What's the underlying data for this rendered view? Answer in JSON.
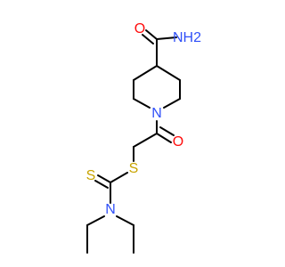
{
  "molecule": {
    "atoms": {
      "amide_n": "NH2",
      "amide_o": "O",
      "ring_n": "N",
      "ketone_o": "O",
      "thioether_s": "S",
      "thione_s": "S",
      "amine_n": "N"
    },
    "colors": {
      "bond": "#000000",
      "nitrogen": "#3050F8",
      "oxygen": "#FF0D0D",
      "sulfur": "#C8A400"
    }
  }
}
